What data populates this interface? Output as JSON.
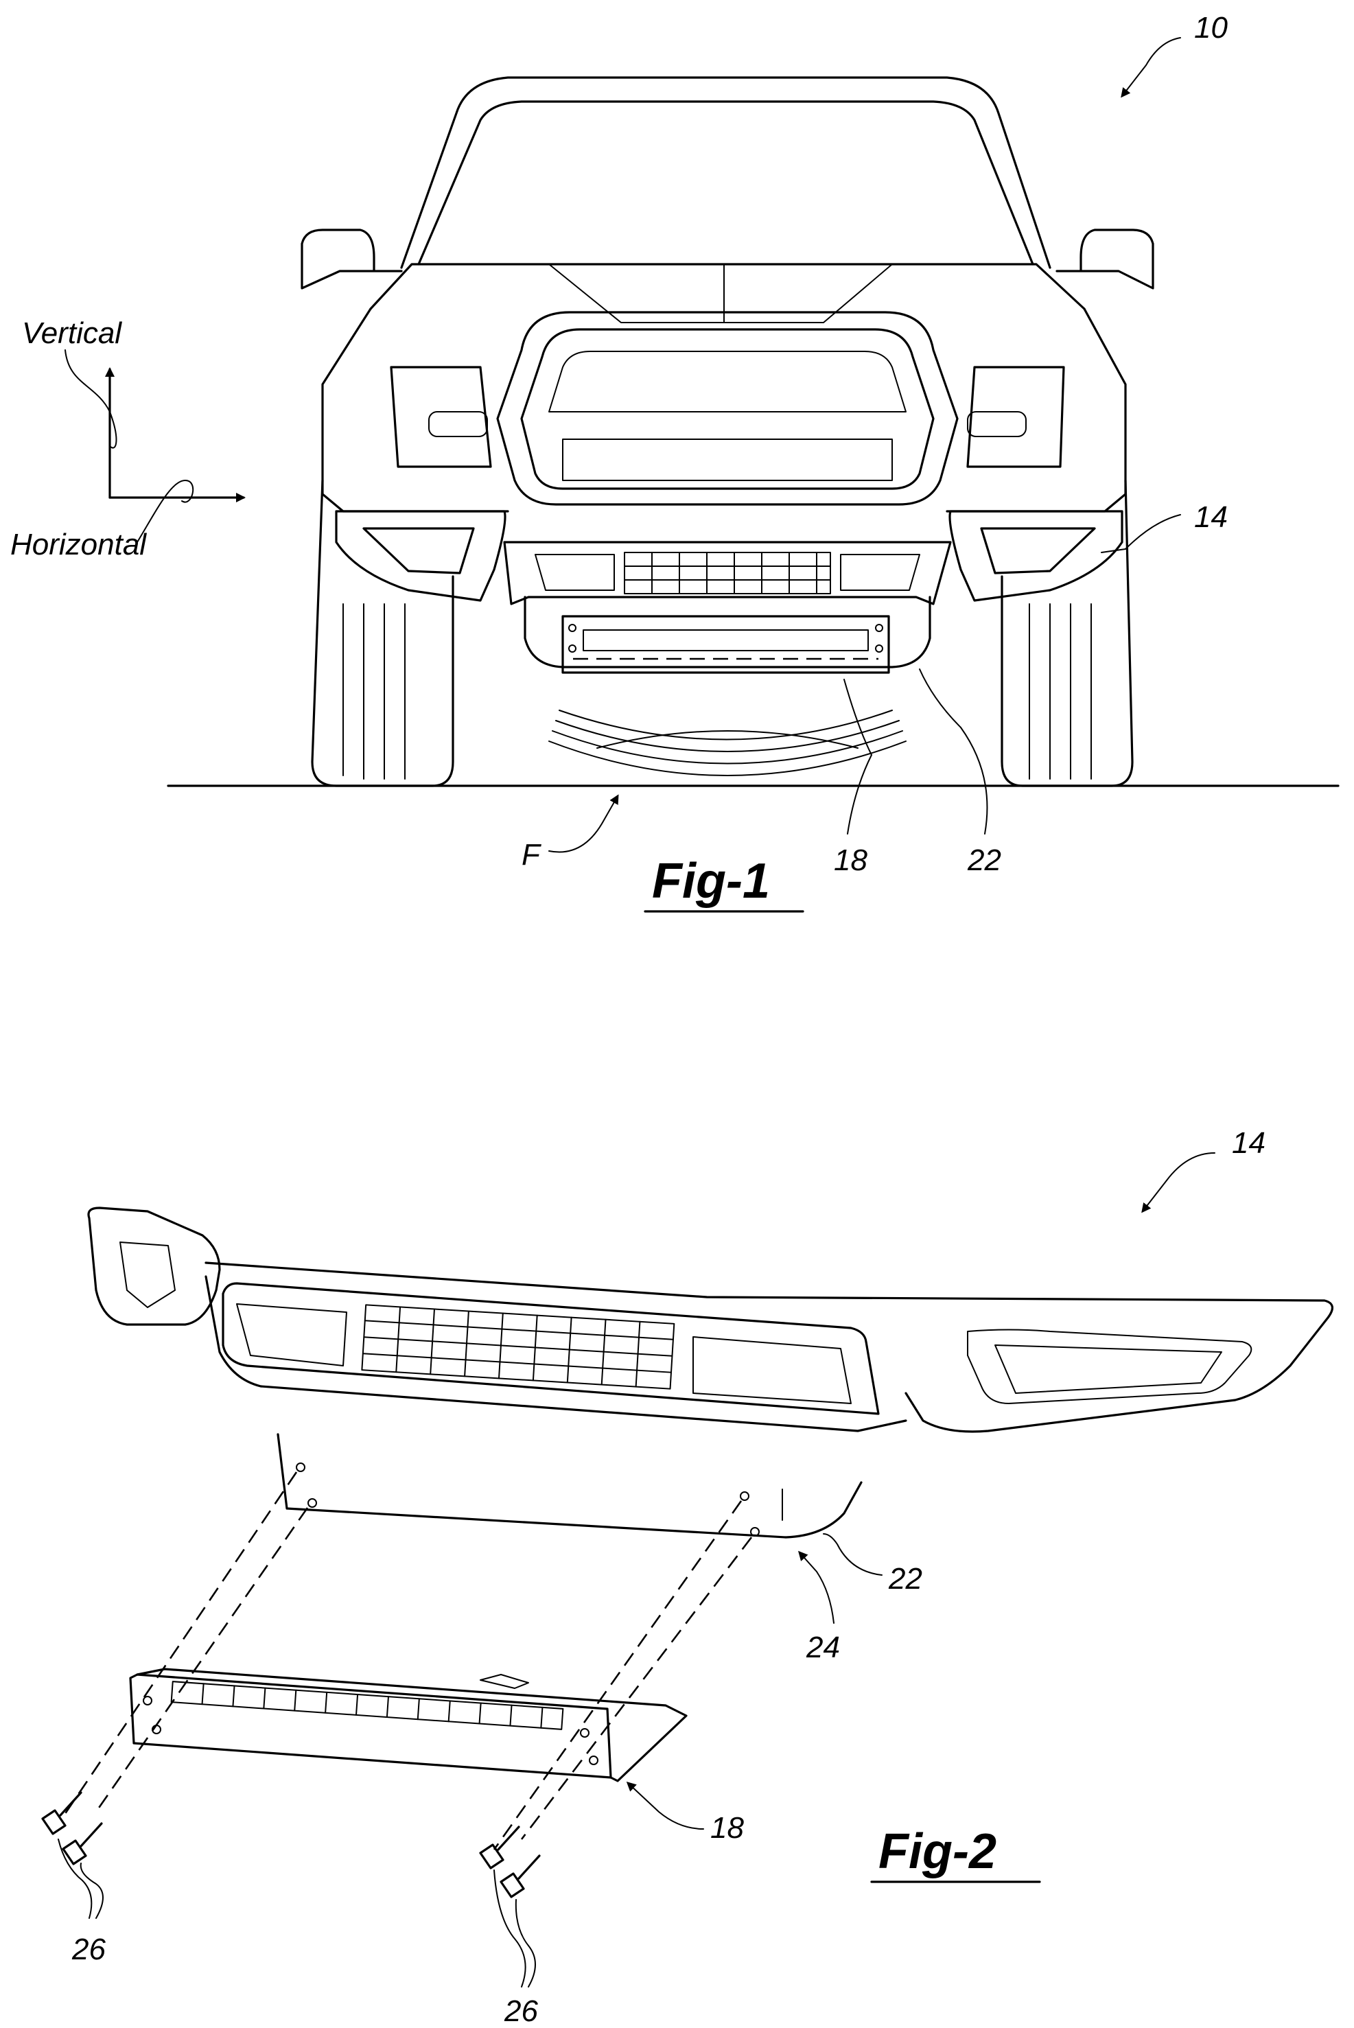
{
  "figure1": {
    "caption": "Fig-1",
    "refs": {
      "vehicle": "10",
      "bumper": "14",
      "light_bar": "18",
      "skid_plate": "22",
      "field": "F"
    },
    "axes": {
      "vertical": "Vertical",
      "horizontal": "Horizontal"
    }
  },
  "figure2": {
    "caption": "Fig-2",
    "refs": {
      "bumper": "14",
      "skid_plate": "22",
      "mount_region": "24",
      "light_bar": "18",
      "fastener_left": "26",
      "fastener_right": "26"
    }
  },
  "icons": [
    "leader-arrow-icon",
    "axis-arrow-icon",
    "fastener-icon"
  ]
}
